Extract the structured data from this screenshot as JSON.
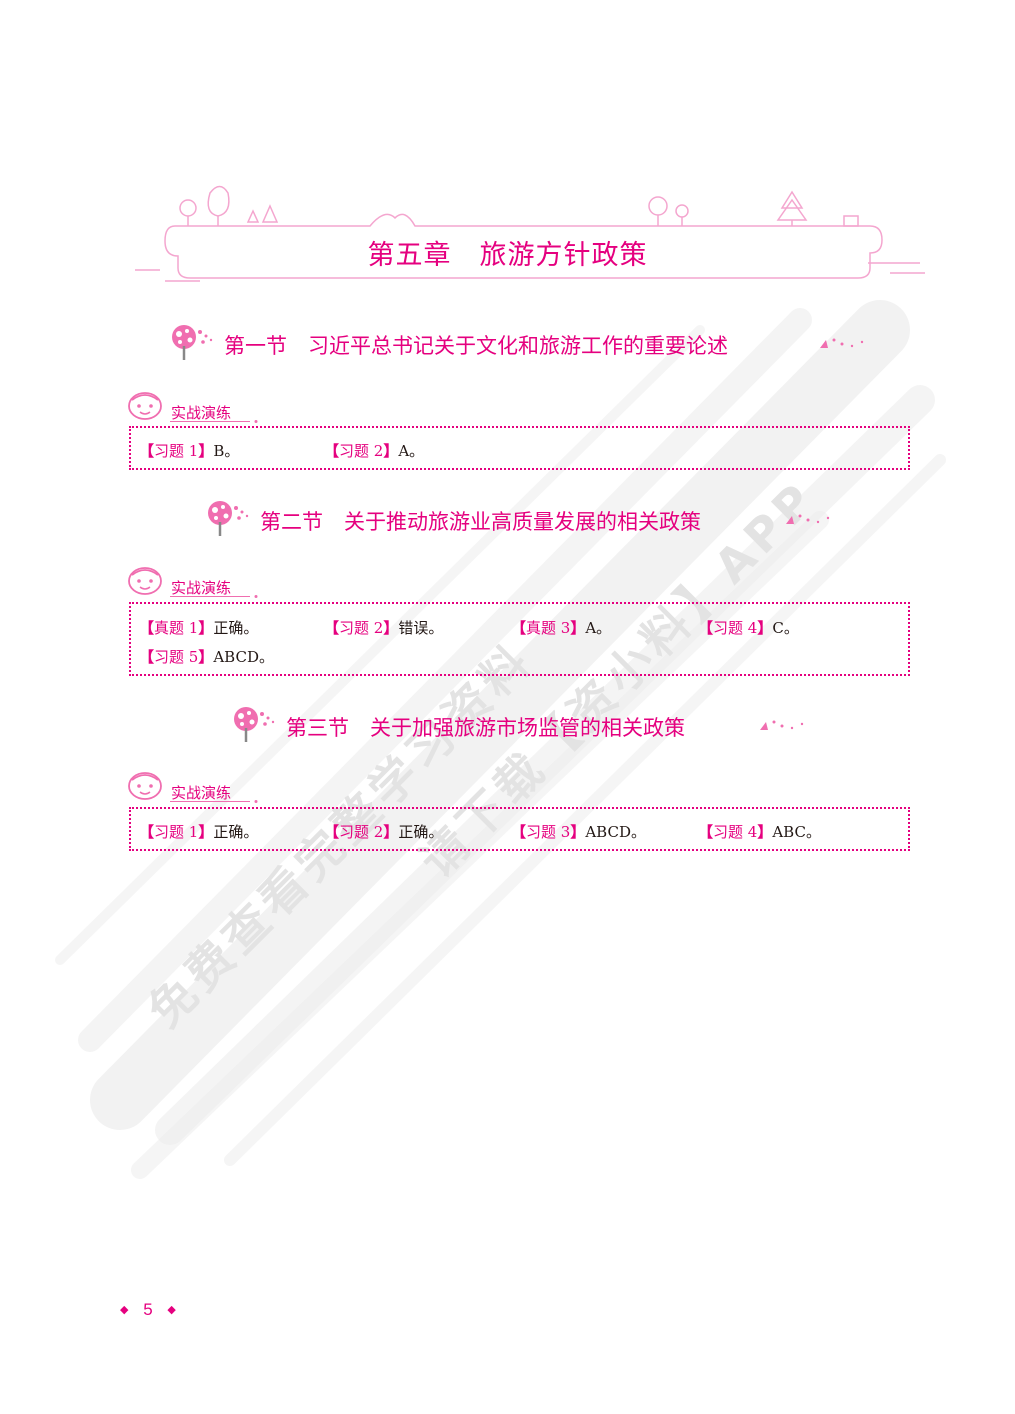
{
  "chapter": {
    "title": "第五章　旅游方针政策"
  },
  "sections": [
    {
      "title": "第一节　习近平总书记关于文化和旅游工作的重要论述",
      "practice_label": "实战演练",
      "answers": [
        {
          "tag": "习题 1",
          "value": "B。"
        },
        {
          "tag": "习题 2",
          "value": "A。"
        }
      ]
    },
    {
      "title": "第二节　关于推动旅游业高质量发展的相关政策",
      "practice_label": "实战演练",
      "answers": [
        {
          "tag": "真题 1",
          "value": "正确。"
        },
        {
          "tag": "习题 2",
          "value": "错误。"
        },
        {
          "tag": "真题 3",
          "value": "A。"
        },
        {
          "tag": "习题 4",
          "value": "C。"
        },
        {
          "tag": "习题 5",
          "value": "ABCD。"
        }
      ]
    },
    {
      "title": "第三节　关于加强旅游市场监管的相关政策",
      "practice_label": "实战演练",
      "answers": [
        {
          "tag": "习题 1",
          "value": "正确。"
        },
        {
          "tag": "习题 2",
          "value": "正确。"
        },
        {
          "tag": "习题 3",
          "value": "ABCD。"
        },
        {
          "tag": "习题 4",
          "value": "ABC。"
        }
      ]
    }
  ],
  "watermark": {
    "line1": "免费查看完整学习资料",
    "line2": "请下载【资小料】APP"
  },
  "footer": {
    "page_number": "5"
  },
  "colors": {
    "accent": "#e5007f",
    "text": "#231815",
    "watermark": "#e8e8e8"
  }
}
